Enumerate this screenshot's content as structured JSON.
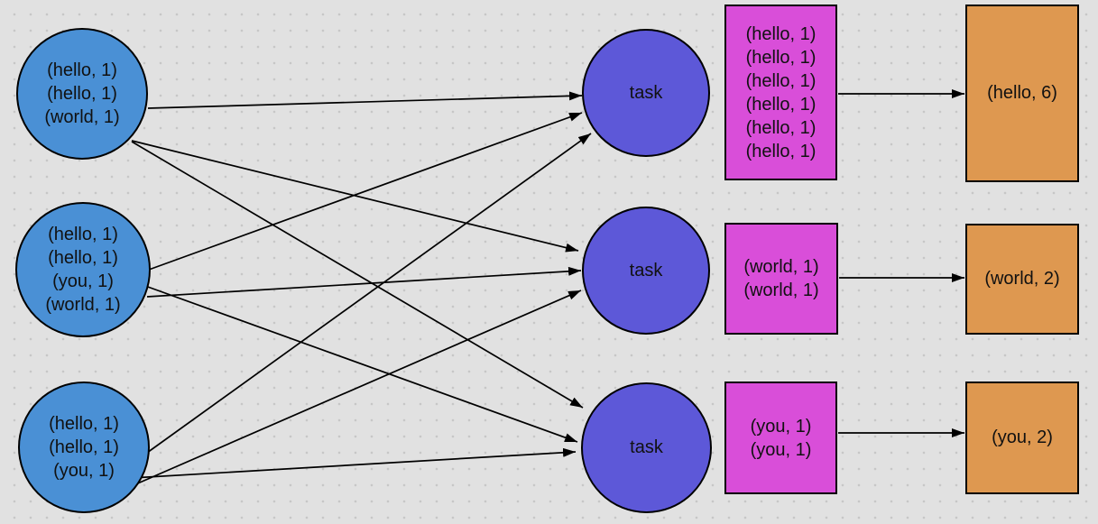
{
  "diagram": {
    "input_nodes": [
      {
        "lines": [
          "(hello, 1)",
          "(hello, 1)",
          "(world, 1)"
        ]
      },
      {
        "lines": [
          "(hello, 1)",
          "(hello, 1)",
          "(you, 1)",
          "(world, 1)"
        ]
      },
      {
        "lines": [
          "(hello, 1)",
          "(hello, 1)",
          "(you, 1)"
        ]
      }
    ],
    "task_nodes": [
      {
        "label": "task"
      },
      {
        "label": "task"
      },
      {
        "label": "task"
      }
    ],
    "group_boxes": [
      {
        "lines": [
          "(hello, 1)",
          "(hello, 1)",
          "(hello, 1)",
          "(hello, 1)",
          "(hello, 1)",
          "(hello, 1)"
        ]
      },
      {
        "lines": [
          "(world, 1)",
          "(world, 1)"
        ]
      },
      {
        "lines": [
          "(you, 1)",
          "(you, 1)"
        ]
      }
    ],
    "result_boxes": [
      {
        "label": "(hello, 6)"
      },
      {
        "label": "(world, 2)"
      },
      {
        "label": "(you, 2)"
      }
    ],
    "colors": {
      "input_fill": "#4a90d5",
      "task_fill": "#5d58d8",
      "group_fill": "#d94ed9",
      "result_fill": "#de9850",
      "stroke": "#000000",
      "text": "#111111",
      "canvas_bg": "#e1e1e1",
      "grid_dot": "#c6c6c6"
    }
  }
}
